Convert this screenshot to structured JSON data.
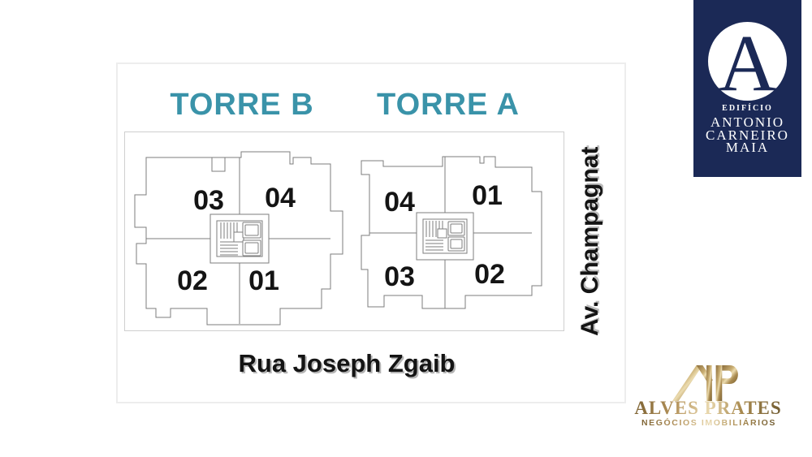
{
  "plan": {
    "towers": [
      {
        "title": "TORRE B",
        "units": {
          "top_left": "03",
          "top_right": "04",
          "bottom_left": "02",
          "bottom_right": "01"
        }
      },
      {
        "title": "TORRE A",
        "units": {
          "top_left": "04",
          "top_right": "01",
          "bottom_left": "03",
          "bottom_right": "02"
        }
      }
    ],
    "streets": {
      "right": "Av. Champagnat",
      "bottom": "Rua Joseph Zgaib"
    }
  },
  "building_logo": {
    "letter": "A",
    "label": "EDIFÍCIO",
    "name_lines": [
      "ANTONIO",
      "CARNEIRO",
      "MAIA"
    ],
    "background": "#1b2956",
    "text_color": "#ffffff"
  },
  "agency_logo": {
    "name": "ALVES PRATES",
    "tagline": "NEGÓCIOS IMOBILIÁRIOS",
    "gold": "#a98a4f"
  },
  "colors": {
    "tower_title": "#3a93a9",
    "plan_lines": "#7d7d7d",
    "street_text": "#141414"
  }
}
